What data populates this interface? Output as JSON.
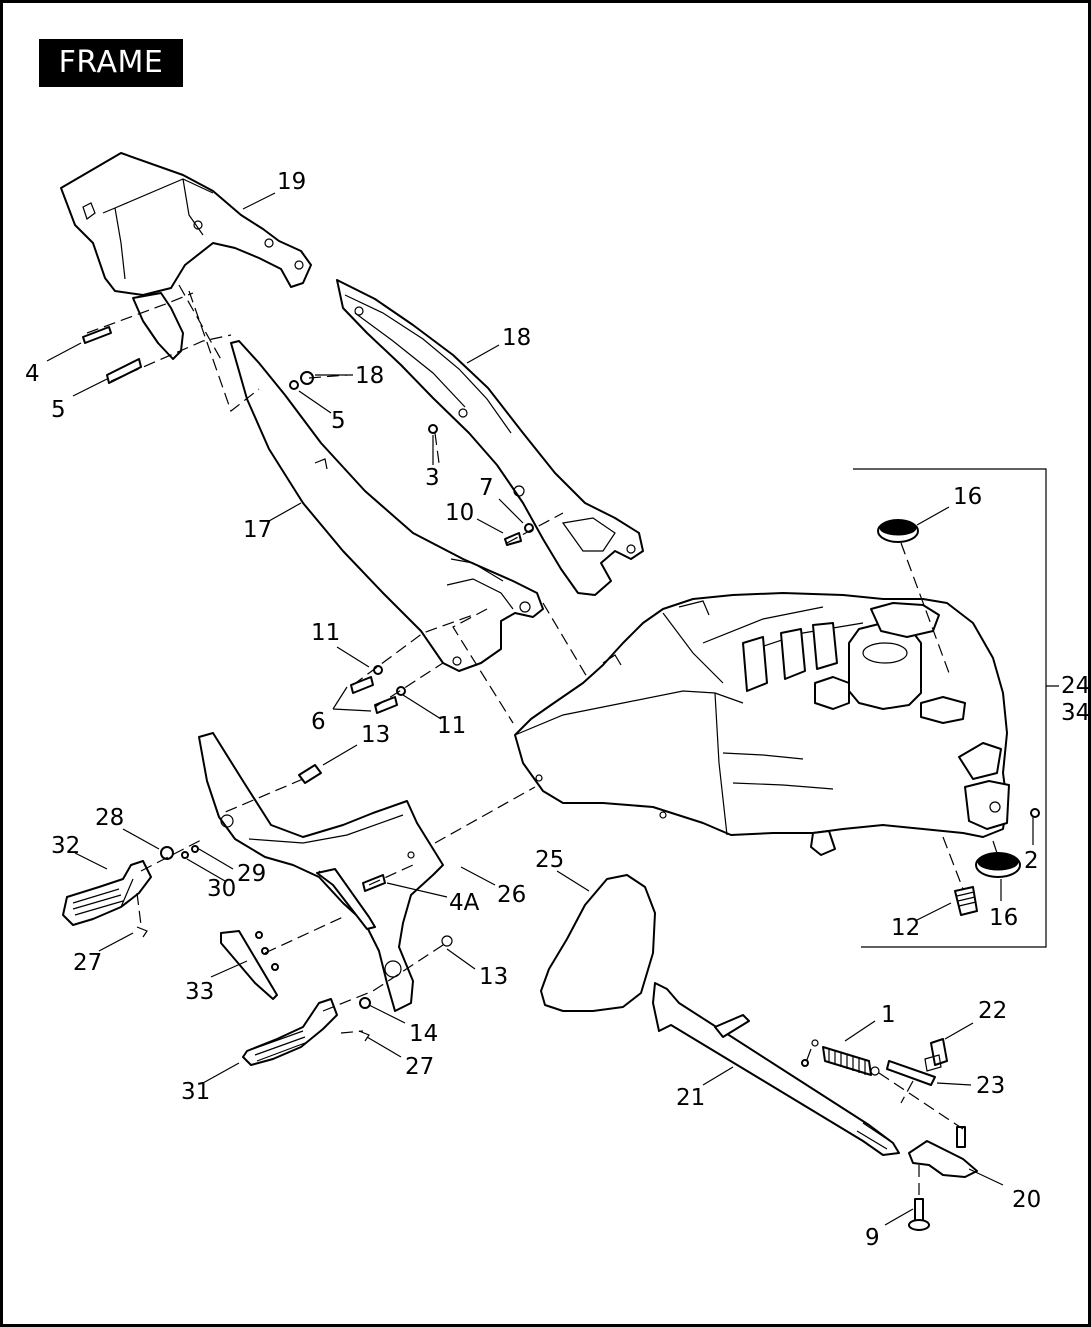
{
  "title": "FRAME",
  "callouts": [
    {
      "id": "c19",
      "text": "19"
    },
    {
      "id": "c18a",
      "text": "18"
    },
    {
      "id": "c18b",
      "text": "18"
    },
    {
      "id": "c4",
      "text": "4"
    },
    {
      "id": "c5a",
      "text": "5"
    },
    {
      "id": "c5b",
      "text": "5"
    },
    {
      "id": "c3",
      "text": "3"
    },
    {
      "id": "c7",
      "text": "7"
    },
    {
      "id": "c10",
      "text": "10"
    },
    {
      "id": "c17",
      "text": "17"
    },
    {
      "id": "c16a",
      "text": "16"
    },
    {
      "id": "c24",
      "text": "24"
    },
    {
      "id": "c34",
      "text": "34"
    },
    {
      "id": "c11a",
      "text": "11"
    },
    {
      "id": "c11b",
      "text": "11"
    },
    {
      "id": "c6",
      "text": "6"
    },
    {
      "id": "c13a",
      "text": "13"
    },
    {
      "id": "c28",
      "text": "28"
    },
    {
      "id": "c32",
      "text": "32"
    },
    {
      "id": "c30",
      "text": "30"
    },
    {
      "id": "c29",
      "text": "29"
    },
    {
      "id": "c4A",
      "text": "4A"
    },
    {
      "id": "c26",
      "text": "26"
    },
    {
      "id": "c25",
      "text": "25"
    },
    {
      "id": "c2",
      "text": "2"
    },
    {
      "id": "c12",
      "text": "12"
    },
    {
      "id": "c16b",
      "text": "16"
    },
    {
      "id": "c27a",
      "text": "27"
    },
    {
      "id": "c33",
      "text": "33"
    },
    {
      "id": "c13b",
      "text": "13"
    },
    {
      "id": "c14",
      "text": "14"
    },
    {
      "id": "c27b",
      "text": "27"
    },
    {
      "id": "c31",
      "text": "31"
    },
    {
      "id": "c1",
      "text": "1"
    },
    {
      "id": "c22",
      "text": "22"
    },
    {
      "id": "c23",
      "text": "23"
    },
    {
      "id": "c21",
      "text": "21"
    },
    {
      "id": "c20",
      "text": "20"
    },
    {
      "id": "c9",
      "text": "9"
    }
  ]
}
